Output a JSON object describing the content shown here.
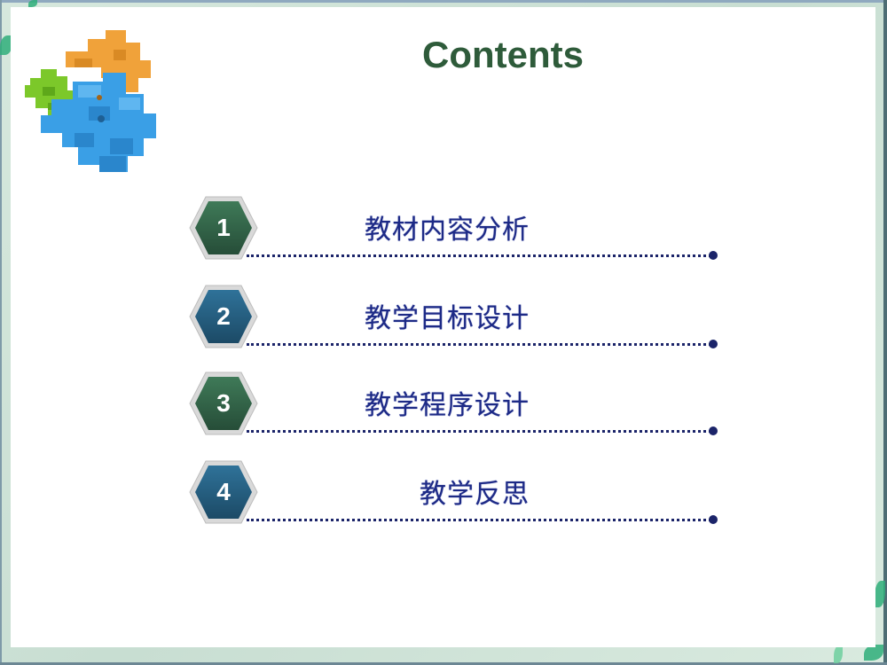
{
  "slide": {
    "title": "Contents",
    "items": [
      {
        "number": "1",
        "label": "教材内容分析",
        "hex_color": "#2f5f44",
        "hex_color_light": "#3f7a58"
      },
      {
        "number": "2",
        "label": "教学目标设计",
        "hex_color": "#235a7a",
        "hex_color_light": "#2f7299"
      },
      {
        "number": "3",
        "label": "教学程序设计",
        "hex_color": "#2f5f44",
        "hex_color_light": "#3f7a58"
      },
      {
        "number": "4",
        "label": "教学反思",
        "hex_color": "#235a7a",
        "hex_color_light": "#2f7299"
      }
    ],
    "colors": {
      "title": "#2e5b3a",
      "item_text": "#1d2a86",
      "dotted_line": "#1b2469",
      "frame": "#cfe3d8"
    }
  }
}
